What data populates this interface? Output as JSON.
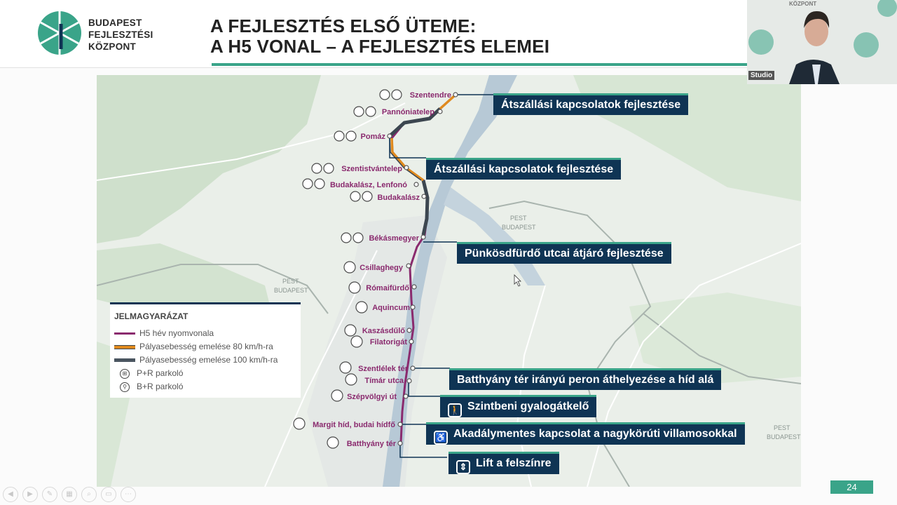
{
  "logo": {
    "line1": "BUDAPEST",
    "line2": "FEJLESZTÉSI",
    "line3": "KÖZPONT"
  },
  "title": {
    "line1": "A FEJLESZTÉS ELSŐ ÜTEME:",
    "line2": "A H5 VONAL – A FEJLESZTÉS ELEMEI"
  },
  "stations": [
    {
      "name": "Szentendre",
      "icons": [
        "pr-icon",
        "br-icon"
      ]
    },
    {
      "name": "Pannóniatelep",
      "icons": [
        "pr-icon",
        "br-icon"
      ]
    },
    {
      "name": "Pomáz",
      "icons": [
        "pr-icon",
        "br-icon"
      ]
    },
    {
      "name": "Szentistvántelep",
      "icons": [
        "pr-icon",
        "br-icon"
      ]
    },
    {
      "name": "Budakalász, Lenfonó",
      "icons": [
        "pr-icon",
        "br-icon"
      ]
    },
    {
      "name": "Budakalász",
      "icons": [
        "pr-icon",
        "br-icon"
      ]
    },
    {
      "name": "Békásmegyer",
      "icons": [
        "pr-icon",
        "br-icon"
      ]
    },
    {
      "name": "Csillaghegy",
      "icons": [
        "br-icon"
      ]
    },
    {
      "name": "Rómaifürdő",
      "icons": [
        "br-icon"
      ]
    },
    {
      "name": "Aquincum",
      "icons": [
        "br-icon"
      ]
    },
    {
      "name": "Kaszásdűlő",
      "icons": [
        "br-icon"
      ]
    },
    {
      "name": "Filatorigát",
      "icons": [
        "br-icon"
      ]
    },
    {
      "name": "Szentlélek tér",
      "icons": [
        "br-icon"
      ]
    },
    {
      "name": "Tímár utca",
      "icons": [
        "br-icon"
      ]
    },
    {
      "name": "Szépvölgyi út",
      "icons": [
        "br-icon"
      ]
    },
    {
      "name": "Margit híd, budai hídfő",
      "icons": [
        "br-icon"
      ]
    },
    {
      "name": "Batthyány tér",
      "icons": [
        "br-icon"
      ]
    }
  ],
  "callouts": [
    {
      "text": "Átszállási kapcsolatok fejlesztése",
      "icon": ""
    },
    {
      "text": "Átszállási kapcsolatok fejlesztése",
      "icon": ""
    },
    {
      "text": "Pünkösdfürdő utcai átjáró fejlesztése",
      "icon": ""
    },
    {
      "text": "Batthyány tér irányú peron áthelyezése a híd alá",
      "icon": ""
    },
    {
      "text": "Szintbeni gyalogátkelő",
      "icon": "pedestrian-icon"
    },
    {
      "text": "Akadálymentes kapcsolat a nagykörúti villamosokkal",
      "icon": "wheelchair-icon"
    },
    {
      "text": "Lift a felszínre",
      "icon": "elevator-icon"
    }
  ],
  "map_labels": {
    "pest_top": "PEST",
    "budapest_top": "BUDAPEST",
    "pest_left": "PEST",
    "budapest_left": "BUDAPEST",
    "pest_right": "PEST",
    "budapest_right": "BUDAPEST"
  },
  "legend": {
    "title": "JELMAGYARÁZAT",
    "items": [
      {
        "label": "H5 hév nyomvonala",
        "color": "#8a2a6e"
      },
      {
        "label": "Pályasebesség emelése 80 km/h-ra",
        "color": "#e08a1e"
      },
      {
        "label": "Pályasebesség emelése 100 km/h-ra",
        "color": "#4a5560"
      },
      {
        "label": "P+R parkoló",
        "icon": "car-icon"
      },
      {
        "label": "B+R parkoló",
        "icon": "bike-icon"
      }
    ]
  },
  "video": {
    "label": "Studio",
    "bg_logo_text": "KÖZPONT"
  },
  "page_number": "24",
  "colors": {
    "navy": "#0f3454",
    "green": "#3aa489",
    "line_purple": "#8a2a6e",
    "line_orange": "#e08a1e",
    "line_grey": "#4a5560"
  }
}
